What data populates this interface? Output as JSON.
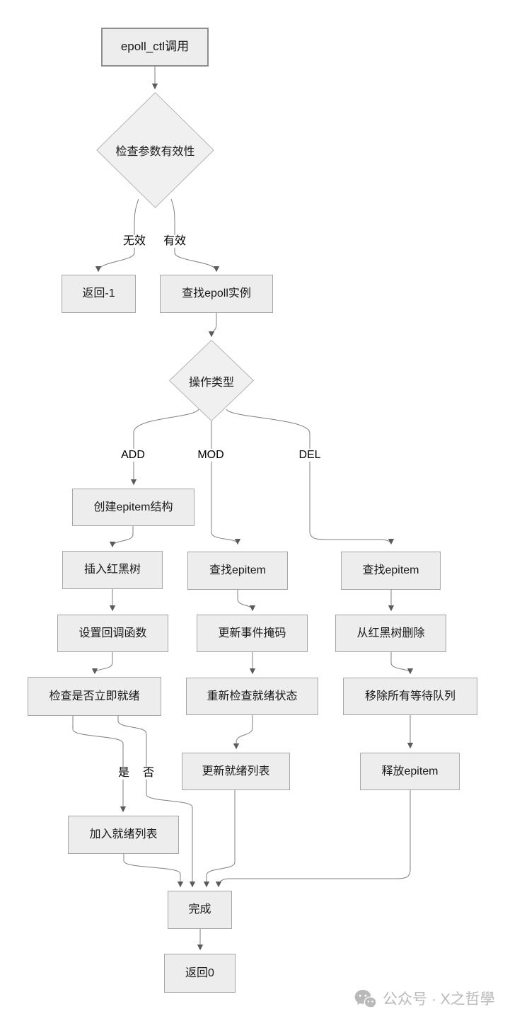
{
  "nodes": {
    "start": {
      "label": "epoll_ctl调用"
    },
    "check_params": {
      "label": "检查参数有效性"
    },
    "return_neg1": {
      "label": "返回-1"
    },
    "find_epoll": {
      "label": "查找epoll实例"
    },
    "op_type": {
      "label": "操作类型"
    },
    "add_create": {
      "label": "创建epitem结构"
    },
    "add_insert": {
      "label": "插入红黑树"
    },
    "add_set_callback": {
      "label": "设置回调函数"
    },
    "add_check_ready": {
      "label": "检查是否立即就绪"
    },
    "add_join_ready": {
      "label": "加入就绪列表"
    },
    "mod_find": {
      "label": "查找epitem"
    },
    "mod_update_mask": {
      "label": "更新事件掩码"
    },
    "mod_recheck": {
      "label": "重新检查就绪状态"
    },
    "mod_update_list": {
      "label": "更新就绪列表"
    },
    "del_find": {
      "label": "查找epitem"
    },
    "del_remove_rbtree": {
      "label": "从红黑树删除"
    },
    "del_remove_wait": {
      "label": "移除所有等待队列"
    },
    "del_free": {
      "label": "释放epitem"
    },
    "done": {
      "label": "完成"
    },
    "return_zero": {
      "label": "返回0"
    }
  },
  "edge_labels": {
    "invalid": "无效",
    "valid": "有效",
    "add": "ADD",
    "mod": "MOD",
    "del": "DEL",
    "yes": "是",
    "no": "否"
  },
  "watermark": {
    "text": "公众号 · X之哲學"
  },
  "colors": {
    "background": "#ffffff",
    "node_fill": "#ededed",
    "node_border": "#a6a6a6",
    "diamond_fill": "#f0f0f0",
    "diamond_border": "#b3b3b3",
    "edge": "#7f7f7f",
    "arrow": "#5b5b5b",
    "text": "#1a1a1a",
    "watermark": "#b9b9b9"
  }
}
